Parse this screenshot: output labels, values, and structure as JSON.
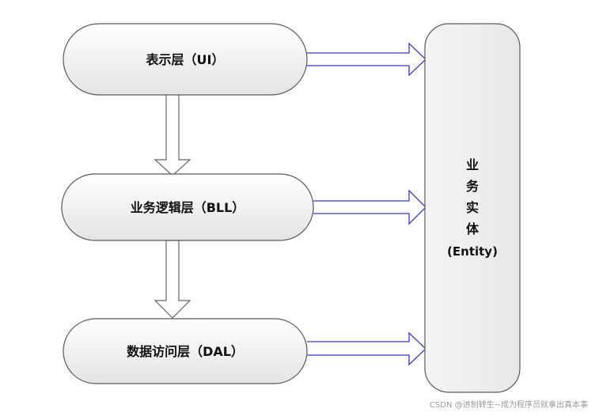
{
  "layers": {
    "ui": "表示层（UI）",
    "bll": "业务逻辑层（BLL）",
    "dal": "数据访问层（DAL）"
  },
  "entity": {
    "lines": [
      "业",
      "务",
      "实",
      "体",
      "(Entity)"
    ]
  },
  "colors": {
    "box_stroke": "#5a5a5a",
    "box_fill_top": "#ffffff",
    "box_fill_bottom": "#e6e6e6",
    "blue_arrow_stroke": "#3a3acb",
    "down_arrow_stroke": "#666666"
  },
  "watermark": "CSDN @进制转生~成为程序员就拿出真本事"
}
